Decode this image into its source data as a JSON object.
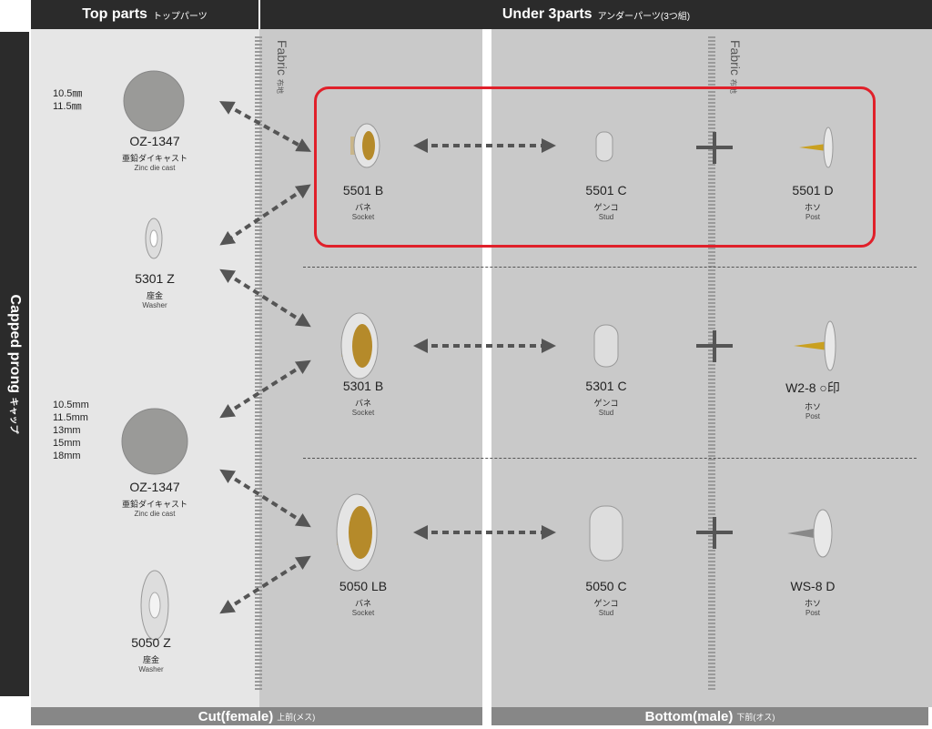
{
  "header": {
    "top_parts": "Top parts",
    "top_parts_jp": "トップパーツ",
    "under_parts": "Under 3parts",
    "under_parts_jp": "アンダーパーツ(3つ組)"
  },
  "side_label": {
    "en": "Capped prong",
    "jp": "キャップ"
  },
  "fabric": {
    "en": "Fabric",
    "jp": "布地"
  },
  "footer": {
    "cut": "Cut(female)",
    "cut_jp": "上前(メス)",
    "bottom": "Bottom(male)",
    "bottom_jp": "下前(オス)"
  },
  "top_parts": [
    {
      "sizes": [
        "10.5㎜",
        "11.5㎜"
      ],
      "code": "OZ-1347",
      "jp": "亜鉛ダイキャスト",
      "en": "Zinc die cast"
    },
    {
      "code": "5301 Z",
      "jp": "座金",
      "en": "Washer"
    },
    {
      "sizes": [
        "10.5mm",
        "11.5mm",
        "13mm",
        "15mm",
        "18mm"
      ],
      "code": "OZ-1347",
      "jp": "亜鉛ダイキャスト",
      "en": "Zinc die cast"
    },
    {
      "code": "5050 Z",
      "jp": "座金",
      "en": "Washer"
    }
  ],
  "rows": [
    {
      "socket": {
        "code": "5501 B",
        "jp": "バネ",
        "en": "Socket"
      },
      "stud": {
        "code": "5501 C",
        "jp": "ゲンコ",
        "en": "Stud"
      },
      "post": {
        "code": "5501 D",
        "jp": "ホソ",
        "en": "Post"
      },
      "highlighted": true
    },
    {
      "socket": {
        "code": "5301 B",
        "jp": "バネ",
        "en": "Socket"
      },
      "stud": {
        "code": "5301 C",
        "jp": "ゲンコ",
        "en": "Stud"
      },
      "post": {
        "code": "W2-8 ○印",
        "jp": "ホソ",
        "en": "Post"
      }
    },
    {
      "socket": {
        "code": "5050 LB",
        "jp": "バネ",
        "en": "Socket"
      },
      "stud": {
        "code": "5050 C",
        "jp": "ゲンコ",
        "en": "Stud"
      },
      "post": {
        "code": "WS-8 D",
        "jp": "ホソ",
        "en": "Post"
      }
    }
  ],
  "colors": {
    "highlight": "#e0202a",
    "header": "#2b2b2b"
  }
}
